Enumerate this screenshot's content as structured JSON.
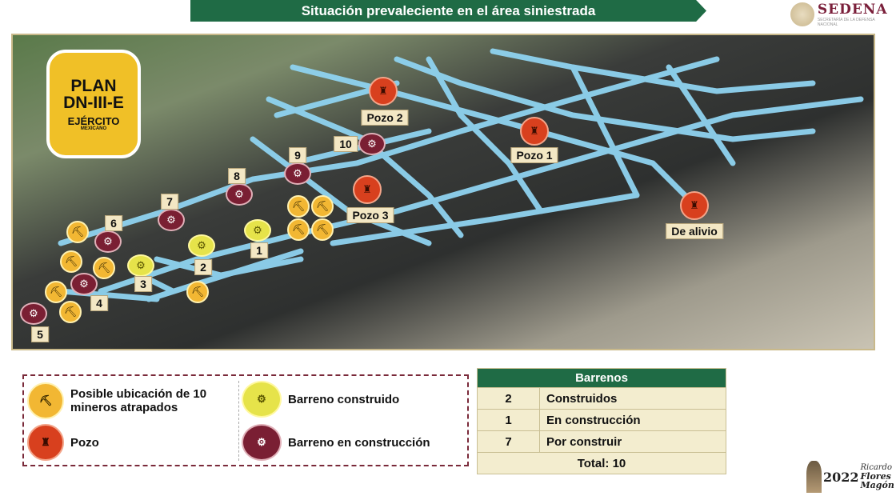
{
  "header": {
    "title": "Situación prevaleciente en el área siniestrada",
    "logo": "SEDENA",
    "logo_sub": "SECRETARÍA DE LA DEFENSA NACIONAL"
  },
  "plan_badge": {
    "line1": "PLAN",
    "line2": "DN-III-E",
    "line3": "EJÉRCITO",
    "line4": "MEXICANO"
  },
  "map": {
    "pozos": [
      "Pozo 2",
      "Pozo 1",
      "Pozo 3",
      "De alivio"
    ],
    "barrenos_construidos": [
      "1",
      "2",
      "3"
    ],
    "barrenos_construccion": [
      "4",
      "5",
      "6",
      "7",
      "8",
      "9",
      "10"
    ]
  },
  "legend": {
    "miners": "Posible ubicación de 10 mineros atrapados",
    "pozo": "Pozo",
    "built": "Barreno construido",
    "cons": "Barreno en construcción"
  },
  "table": {
    "title": "Barrenos",
    "rows": [
      {
        "n": "2",
        "label": "Construidos"
      },
      {
        "n": "1",
        "label": "En construcción"
      },
      {
        "n": "7",
        "label": "Por construir"
      }
    ],
    "total": "Total: 10"
  },
  "footer": {
    "year": "2022",
    "name": "Flores Magón",
    "pre": "Ricardo"
  }
}
